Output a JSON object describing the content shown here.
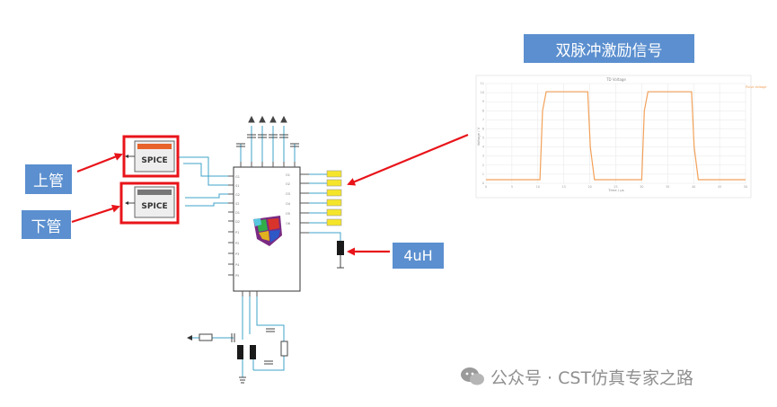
{
  "labels": {
    "upper": "上管",
    "lower": "下管",
    "inductor": "4uH",
    "title": "双脉冲激励信号"
  },
  "spice_block": {
    "text": "SPICE"
  },
  "watermark": {
    "text": "公众号 · CST仿真专家之路"
  },
  "colors": {
    "highlight": "#e8141a",
    "label_bg": "#5b8fcf",
    "label_text": "#ffffff",
    "signal": "#f2a15a",
    "wire": "#3fa3c8",
    "port": "#f5e52a"
  },
  "chart_data": {
    "type": "line",
    "title": "TD Voltage",
    "xlabel": "Time / µs",
    "ylabel": "Voltage / V",
    "xlim": [
      0,
      50
    ],
    "ylim": [
      0,
      11
    ],
    "xticks": [
      0,
      5,
      10,
      15,
      20,
      25,
      30,
      35,
      40,
      45,
      50
    ],
    "yticks": [
      0,
      1,
      2,
      3,
      4,
      5,
      6,
      7,
      8,
      9,
      10,
      11
    ],
    "series": [
      {
        "name": "Pulse Voltage",
        "x": [
          0,
          10.4,
          10.9,
          11.6,
          19.6,
          20.1,
          20.9,
          30,
          30.5,
          31.2,
          39.6,
          40.1,
          40.9,
          50
        ],
        "y": [
          0.4,
          0.4,
          8,
          10.1,
          10.1,
          4,
          0.4,
          0.4,
          8,
          10.1,
          10.1,
          4,
          0.4,
          0.4
        ]
      }
    ],
    "grid": true,
    "legend": "top-right"
  }
}
